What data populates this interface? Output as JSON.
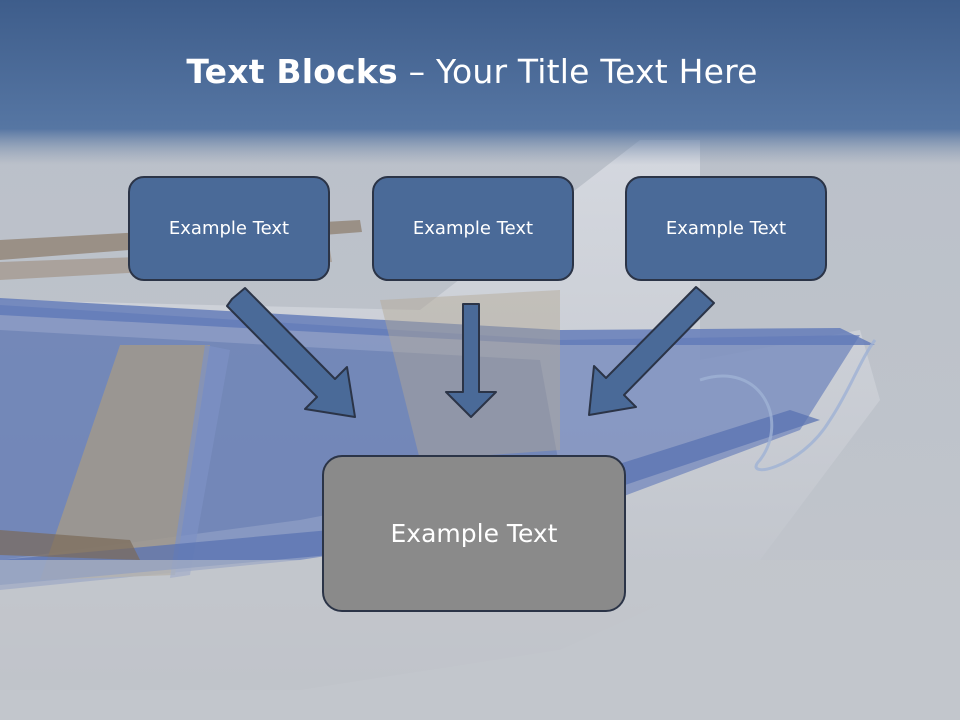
{
  "slide": {
    "title_bold": "Text Blocks",
    "title_dash": " – ",
    "title_rest": "Your Title Text Here"
  },
  "blocks": {
    "left": "Example Text",
    "center": "Example Text",
    "right": "Example Text",
    "result": "Example Text"
  },
  "colors": {
    "header": "#4a6a98",
    "block_fill": "#4a6a98",
    "result_fill": "#8a8a8a",
    "border": "#2b3447",
    "arrow_fill": "#4a6a98"
  }
}
